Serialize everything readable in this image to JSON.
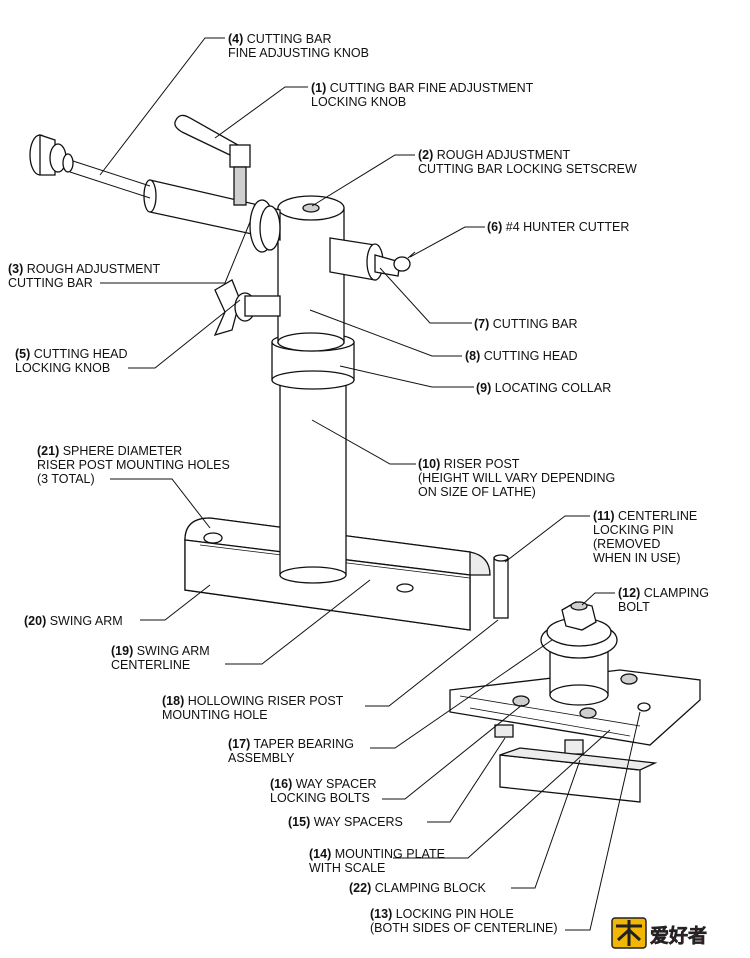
{
  "labels": [
    {
      "id": "4",
      "num": "(4)",
      "lines": [
        "CUTTING BAR",
        "FINE ADJUSTING KNOB"
      ]
    },
    {
      "id": "1",
      "num": "(1)",
      "lines": [
        "CUTTING BAR FINE ADJUSTMENT",
        "LOCKING KNOB"
      ]
    },
    {
      "id": "2",
      "num": "(2)",
      "lines": [
        "ROUGH ADJUSTMENT",
        "CUTTING BAR LOCKING SETSCREW"
      ]
    },
    {
      "id": "6",
      "num": "(6)",
      "lines": [
        "#4 HUNTER CUTTER"
      ]
    },
    {
      "id": "3",
      "num": "(3)",
      "lines": [
        "ROUGH ADJUSTMENT",
        "CUTTING BAR"
      ]
    },
    {
      "id": "7",
      "num": "(7)",
      "lines": [
        "CUTTING  BAR"
      ]
    },
    {
      "id": "5",
      "num": "(5)",
      "lines": [
        "CUTTING HEAD",
        "LOCKING KNOB"
      ]
    },
    {
      "id": "8",
      "num": "(8)",
      "lines": [
        "CUTTING HEAD"
      ]
    },
    {
      "id": "9",
      "num": "(9)",
      "lines": [
        "LOCATING COLLAR"
      ]
    },
    {
      "id": "21",
      "num": "(21)",
      "lines": [
        "SPHERE DIAMETER",
        "RISER POST MOUNTING HOLES",
        "(3 TOTAL)"
      ]
    },
    {
      "id": "10",
      "num": "(10)",
      "lines": [
        "RISER POST",
        "(HEIGHT WILL VARY DEPENDING",
        "ON SIZE OF LATHE)"
      ]
    },
    {
      "id": "11",
      "num": "(11)",
      "lines": [
        "CENTERLINE",
        "LOCKING PIN",
        "(REMOVED",
        "WHEN IN USE)"
      ]
    },
    {
      "id": "12",
      "num": "(12)",
      "lines": [
        "CLAMPING",
        "BOLT"
      ]
    },
    {
      "id": "20",
      "num": "(20)",
      "lines": [
        "SWING ARM"
      ]
    },
    {
      "id": "19",
      "num": "(19)",
      "lines": [
        "SWING ARM",
        "CENTERLINE"
      ]
    },
    {
      "id": "18",
      "num": "(18)",
      "lines": [
        "HOLLOWING RISER POST",
        "MOUNTING HOLE"
      ]
    },
    {
      "id": "17",
      "num": "(17)",
      "lines": [
        "TAPER BEARING",
        "ASSEMBLY"
      ]
    },
    {
      "id": "16",
      "num": "(16)",
      "lines": [
        "WAY SPACER",
        "LOCKING BOLTS"
      ]
    },
    {
      "id": "15",
      "num": "(15)",
      "lines": [
        "WAY SPACERS"
      ]
    },
    {
      "id": "14",
      "num": "(14)",
      "lines": [
        "MOUNTING PLATE",
        "WITH SCALE"
      ]
    },
    {
      "id": "22",
      "num": "(22)",
      "lines": [
        "CLAMPING BLOCK"
      ]
    },
    {
      "id": "13",
      "num": "(13)",
      "lines": [
        "LOCKING PIN HOLE",
        "(BOTH SIDES OF CENTERLINE)"
      ]
    }
  ],
  "logo_text": "木工爱好者"
}
